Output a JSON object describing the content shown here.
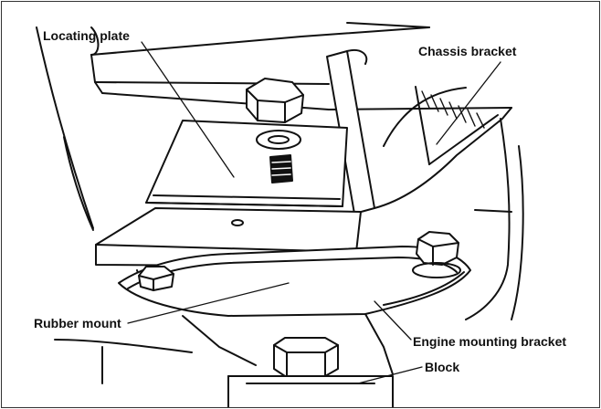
{
  "labels": {
    "locating_plate": "Locating plate",
    "chassis_bracket": "Chassis bracket",
    "rubber_mount": "Rubber mount",
    "engine_mounting_bracket": "Engine mounting bracket",
    "block": "Block"
  },
  "colors": {
    "ink": "#111111",
    "paper": "#ffffff"
  }
}
